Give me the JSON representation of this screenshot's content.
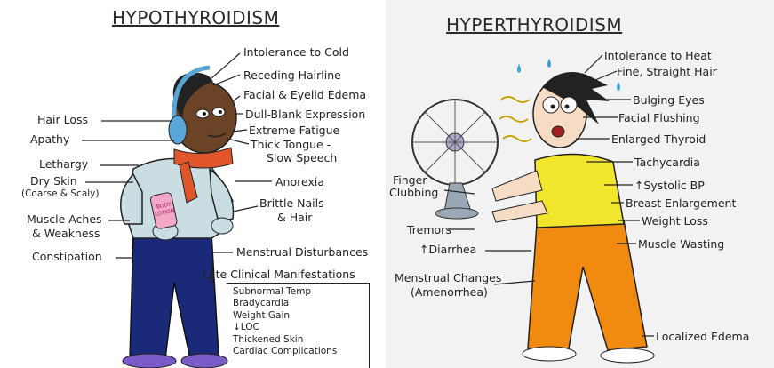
{
  "hypo": {
    "title": "HYPOTHYROIDISM",
    "intolerance_cold": "Intolerance to Cold",
    "receding_hairline": "Receding Hairline",
    "facial_edema": "Facial & Eyelid Edema",
    "dull_expression": "Dull-Blank Expression",
    "extreme_fatigue": "Extreme Fatigue",
    "thick_tongue_1": "Thick Tongue -",
    "thick_tongue_2": "Slow Speech",
    "anorexia": "Anorexia",
    "brittle_nails_1": "Brittle Nails",
    "brittle_nails_2": "& Hair",
    "menstrual": "Menstrual Disturbances",
    "hair_loss": "Hair Loss",
    "apathy": "Apathy",
    "lethargy": "Lethargy",
    "dry_skin": "Dry Skin",
    "dry_skin_sub": "(Coarse & Scaly)",
    "muscle_aches_1": "Muscle Aches",
    "muscle_aches_2": "& Weakness",
    "constipation": "Constipation",
    "bottle_label_1": "BODY",
    "bottle_label_2": "LOTION",
    "late_title": "Late Clinical Manifestations",
    "late_items": [
      "Subnormal Temp",
      "Bradycardia",
      "Weight Gain",
      "↓LOC",
      "Thickened Skin",
      "Cardiac Complications"
    ]
  },
  "hyper": {
    "title": "HYPERTHYROIDISM",
    "intolerance_heat": "Intolerance to Heat",
    "fine_hair": "Fine, Straight Hair",
    "bulging_eyes": "Bulging Eyes",
    "facial_flushing": "Facial Flushing",
    "enlarged_thyroid": "Enlarged Thyroid",
    "tachycardia": "Tachycardia",
    "systolic_bp": "↑Systolic BP",
    "breast_enlargement": "Breast Enlargement",
    "weight_loss": "Weight Loss",
    "muscle_wasting": "Muscle Wasting",
    "localized_edema": "Localized Edema",
    "finger_clubbing_1": "Finger",
    "finger_clubbing_2": "Clubbing",
    "tremors": "Tremors",
    "diarrhea": "↑Diarrhea",
    "menstrual_changes_1": "Menstrual Changes",
    "menstrual_changes_2": "(Amenorrhea)"
  },
  "colors": {
    "scarf": "#e0552a",
    "earmuff": "#5aa6d8",
    "sweater": "#c9dde3",
    "pants_hypo": "#1b2a78",
    "skin_dark": "#6b4326",
    "shirt_hyper": "#f2e62c",
    "pants_hyper": "#f08a10",
    "bottle": "#f4a8c8"
  }
}
